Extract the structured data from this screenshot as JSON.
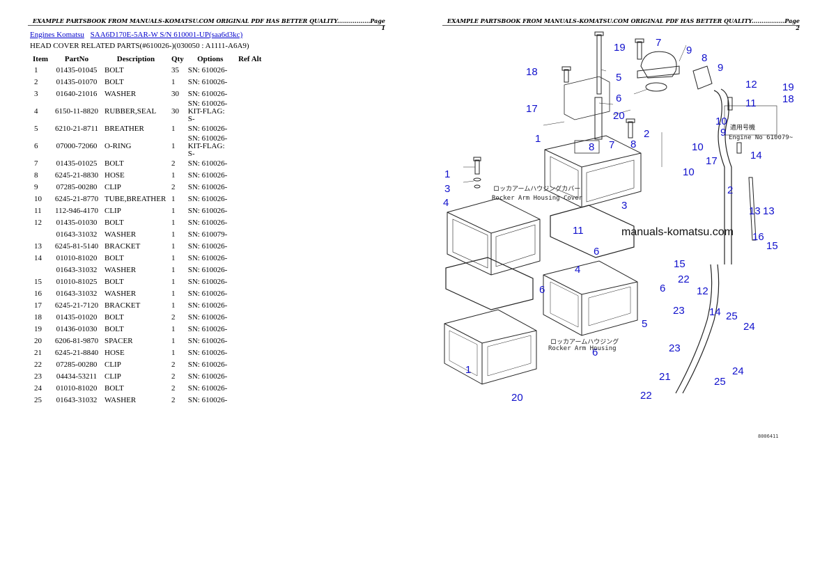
{
  "headers": {
    "page1": "EXAMPLE PARTSBOOK FROM MANUALS-KOMATSU.COM ORIGINAL PDF HAS BETTER QUALITY.................Page 1",
    "page2": "EXAMPLE PARTSBOOK FROM MANUALS-KOMATSU.COM ORIGINAL PDF HAS BETTER QUALITY.................Page 2"
  },
  "breadcrumb": {
    "link1": "Engines Komatsu",
    "link2": "SAA6D170E-5AR-W S/N 610001-UP(saa6d3kc)"
  },
  "subtitle": "HEAD COVER RELATED PARTS(#610026-)(030050 : A1111-A6A9)",
  "table": {
    "columns": [
      "Item",
      "PartNo",
      "Description",
      "Qty",
      "Options",
      "Ref Alt"
    ],
    "rows": [
      {
        "item": "1",
        "part": "01435-01045",
        "desc": "BOLT",
        "qty": "35",
        "opt1": "SN: 610026-",
        "opt2": ""
      },
      {
        "item": "2",
        "part": "01435-01070",
        "desc": "BOLT",
        "qty": "1",
        "opt1": "SN: 610026-",
        "opt2": ""
      },
      {
        "item": "3",
        "part": "01640-21016",
        "desc": "WASHER",
        "qty": "30",
        "opt1": "SN: 610026-",
        "opt2": ""
      },
      {
        "item": "4",
        "part": "6150-11-8820",
        "desc": "RUBBER,SEAL",
        "qty": "30",
        "opt1": "SN: 610026-",
        "opt2": "KIT-FLAG: S-"
      },
      {
        "item": "5",
        "part": "6210-21-8711",
        "desc": "BREATHER",
        "qty": "1",
        "opt1": "SN: 610026-",
        "opt2": ""
      },
      {
        "item": "6",
        "part": "07000-72060",
        "desc": "O-RING",
        "qty": "1",
        "opt1": "SN: 610026-",
        "opt2": "KIT-FLAG: S-"
      },
      {
        "item": "7",
        "part": "01435-01025",
        "desc": "BOLT",
        "qty": "2",
        "opt1": "SN: 610026-",
        "opt2": ""
      },
      {
        "item": "8",
        "part": "6245-21-8830",
        "desc": "HOSE",
        "qty": "1",
        "opt1": "SN: 610026-",
        "opt2": ""
      },
      {
        "item": "9",
        "part": "07285-00280",
        "desc": "CLIP",
        "qty": "2",
        "opt1": "SN: 610026-",
        "opt2": ""
      },
      {
        "item": "10",
        "part": "6245-21-8770",
        "desc": "TUBE,BREATHER",
        "qty": "1",
        "opt1": "SN: 610026-",
        "opt2": ""
      },
      {
        "item": "11",
        "part": "112-946-4170",
        "desc": "CLIP",
        "qty": "1",
        "opt1": "SN: 610026-",
        "opt2": ""
      },
      {
        "item": "12",
        "part": "01435-01030",
        "desc": "BOLT",
        "qty": "1",
        "opt1": "SN: 610026-",
        "opt2": ""
      },
      {
        "item": "",
        "part": "01643-31032",
        "desc": "WASHER",
        "qty": "1",
        "opt1": "SN: 610079-",
        "opt2": ""
      },
      {
        "item": "13",
        "part": "6245-81-5140",
        "desc": "BRACKET",
        "qty": "1",
        "opt1": "SN: 610026-",
        "opt2": ""
      },
      {
        "item": "14",
        "part": "01010-81020",
        "desc": "BOLT",
        "qty": "1",
        "opt1": "SN: 610026-",
        "opt2": ""
      },
      {
        "item": "",
        "part": "01643-31032",
        "desc": "WASHER",
        "qty": "1",
        "opt1": "SN: 610026-",
        "opt2": ""
      },
      {
        "item": "15",
        "part": "01010-81025",
        "desc": "BOLT",
        "qty": "1",
        "opt1": "SN: 610026-",
        "opt2": ""
      },
      {
        "item": "16",
        "part": "01643-31032",
        "desc": "WASHER",
        "qty": "1",
        "opt1": "SN: 610026-",
        "opt2": ""
      },
      {
        "item": "17",
        "part": "6245-21-7120",
        "desc": "BRACKET",
        "qty": "1",
        "opt1": "SN: 610026-",
        "opt2": ""
      },
      {
        "item": "18",
        "part": "01435-01020",
        "desc": "BOLT",
        "qty": "2",
        "opt1": "SN: 610026-",
        "opt2": ""
      },
      {
        "item": "19",
        "part": "01436-01030",
        "desc": "BOLT",
        "qty": "1",
        "opt1": "SN: 610026-",
        "opt2": ""
      },
      {
        "item": "20",
        "part": "6206-81-9870",
        "desc": "SPACER",
        "qty": "1",
        "opt1": "SN: 610026-",
        "opt2": ""
      },
      {
        "item": "21",
        "part": "6245-21-8840",
        "desc": "HOSE",
        "qty": "1",
        "opt1": "SN: 610026-",
        "opt2": ""
      },
      {
        "item": "22",
        "part": "07285-00280",
        "desc": "CLIP",
        "qty": "2",
        "opt1": "SN: 610026-",
        "opt2": ""
      },
      {
        "item": "23",
        "part": "04434-53211",
        "desc": "CLIP",
        "qty": "2",
        "opt1": "SN: 610026-",
        "opt2": ""
      },
      {
        "item": "24",
        "part": "01010-81020",
        "desc": "BOLT",
        "qty": "2",
        "opt1": "SN: 610026-",
        "opt2": ""
      },
      {
        "item": "25",
        "part": "01643-31032",
        "desc": "WASHER",
        "qty": "2",
        "opt1": "SN: 610026-",
        "opt2": ""
      }
    ]
  },
  "diagram": {
    "callouts": [
      "19",
      "7",
      "9",
      "8",
      "9",
      "18",
      "5",
      "12",
      "19",
      "18",
      "6",
      "11",
      "17",
      "20",
      "10",
      "1",
      "2",
      "8",
      "8",
      "7",
      "9",
      "10",
      "14",
      "10",
      "17",
      "1",
      "3",
      "2",
      "4",
      "3",
      "13",
      "13",
      "11",
      "16",
      "15",
      "6",
      "15",
      "22",
      "4",
      "12",
      "6",
      "6",
      "5",
      "23",
      "14",
      "25",
      "24",
      "23",
      "6",
      "1",
      "24",
      "25",
      "21",
      "20",
      "22"
    ],
    "jp_label_1": "ロッカアームハウジングカバー",
    "en_label_1": "Rocker Arm Housing Cover",
    "jp_label_2": "ロッカアームハウジング",
    "en_label_2": "Rocker Arm Housing",
    "jp_plate": "適用号機",
    "engine_no": "Engine No 610079~",
    "watermark": "manuals-komatsu.com",
    "figure_code": "8006411"
  }
}
